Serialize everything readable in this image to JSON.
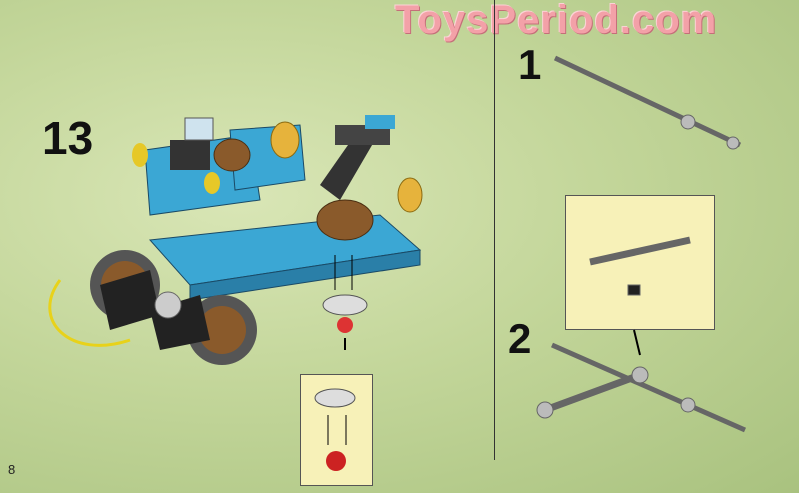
{
  "watermark": "ToysPeriod.com",
  "steps": {
    "main": "13",
    "sub1": "1",
    "sub2": "2"
  },
  "page_number": "8",
  "colors": {
    "background": "#c3d69a",
    "callout": "#f7f1b8",
    "brick_blue": "#3ba7d4",
    "barrel": "#8a5a2b",
    "watermark": "#f3a1a8"
  }
}
